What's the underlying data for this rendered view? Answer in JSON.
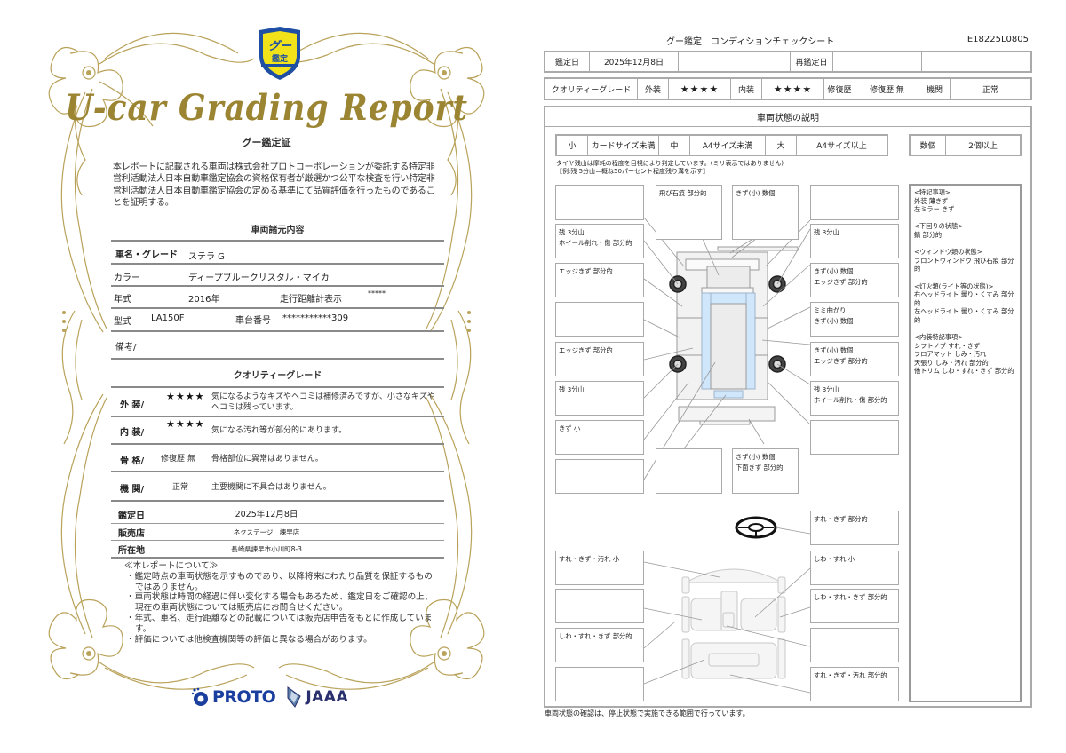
{
  "certificate": {
    "badge": {
      "line1": "グー",
      "line2": "鑑定"
    },
    "script_title": "U-car Grading Report",
    "cert_title": "グー鑑定証",
    "intro": "本レポートに記載される車両は株式会社プロトコーポレーションが委託する特定非営利活動法人日本自動車鑑定協会の資格保有者が厳選かつ公平な検査を行い特定非営利活動法人日本自動車鑑定協会の定める基準にて品質評価を行ったものであることを証明する。",
    "specs": {
      "title": "車両諸元内容",
      "name_label": "車名・グレード",
      "name_value": "ステラ G",
      "color_label": "カラー",
      "color_value": "ディープブルークリスタル・マイカ",
      "year_label": "年式",
      "year_value": "2016年",
      "odo_label": "走行距離計表示",
      "odo_value": "*****",
      "model_label": "型式",
      "model_value": "LA150F",
      "chassis_label": "車台番号",
      "chassis_value": "***********309",
      "remarks_label": "備考/"
    },
    "quality": {
      "title": "クオリティーグレード",
      "exterior_label": "外 装/",
      "exterior_stars": "★★★★",
      "exterior_desc_1": "気になるようなキズやヘコミは補修済みですが、小さなキズや",
      "exterior_desc_2": "ヘコミは残っています。",
      "interior_label": "内 装/",
      "interior_stars": "★★★★",
      "interior_desc": "気になる汚れ等が部分的にあります。",
      "frame_label": "骨 格/",
      "frame_value": "修復歴 無",
      "frame_desc": "骨格部位に異常はありません。",
      "engine_label": "機 関/",
      "engine_value": "正常",
      "engine_desc": "主要機関に不具合はありません。"
    },
    "info": {
      "date_label": "鑑定日",
      "date_value": "2025年12月8日",
      "dealer_label": "販売店",
      "dealer_value": "ネクステージ　諫早店",
      "address_label": "所在地",
      "address_value": "長崎県諫早市小川町8-3"
    },
    "notes": {
      "heading": "≪本レポートについて≫",
      "items": [
        "・鑑定時点の車両状態を示すものであり、以降将来にわたり品質を保証するものではありません。",
        "・車両状態は時間の経過に伴い変化する場合もあるため、鑑定日をご確認の上、現在の車両状態については販売店にお問合せください。",
        "・年式、車名、走行距離などの記載については販売店申告をもとに作成しています。",
        "・評価については他検査機関等の評価と異なる場合があります。"
      ]
    },
    "logos": {
      "proto": "PROTO",
      "jaaa": "JAAA"
    },
    "colors": {
      "gold": "#b09a4a",
      "badge_yellow": "#f2e21a",
      "badge_blue": "#1e4fa3",
      "proto_blue": "#1b3f9e",
      "jaaa_navy": "#2a2f6e"
    }
  },
  "check_sheet": {
    "title": "グー鑑定　コンディションチェックシート",
    "code": "E18225L0805",
    "date_row": {
      "date_label": "鑑定日",
      "date_value": "2025年12月8日",
      "blank1": "",
      "redate_label": "再鑑定日",
      "redate_value": "",
      "blank2": ""
    },
    "grade_row": {
      "grade_label": "クオリティーグレード",
      "exterior_label": "外装",
      "exterior_stars": "★★★★",
      "interior_label": "内装",
      "interior_stars": "★★★★",
      "repair_label": "修復歴",
      "repair_value": "修復歴 無",
      "engine_label": "機関",
      "engine_value": "正常"
    },
    "section_title": "車両状態の説明",
    "size_legend": [
      {
        "key": "小",
        "desc": "カードサイズ未満"
      },
      {
        "key": "中",
        "desc": "A4サイズ未満"
      },
      {
        "key": "大",
        "desc": "A4サイズ以上"
      }
    ],
    "count_legend": {
      "key": "数個",
      "desc": "2個以上"
    },
    "tire_note_1": "タイヤ残山は摩耗の程度を目視により判定しています。(ミリ表示ではありません)",
    "tire_note_2": "【例:残 5分山＝概ね50パーセント程度残り溝を示す】",
    "exterior_boxes": {
      "left": [
        "",
        "残 3分山\nホイール削れ・傷 部分的",
        "エッジきず 部分的",
        "",
        "エッジきず 部分的",
        "残 3分山",
        "きず 小",
        ""
      ],
      "top": [
        "飛び石痕 部分的",
        "きず(小) 数個"
      ],
      "right": [
        "",
        "残 3分山",
        "きず(小) 数個\nエッジきず 部分的",
        "ミミ曲がり\nきず(小) 数個",
        "きず(小) 数個\nエッジきず 部分的",
        "残 3分山\nホイール削れ・傷 部分的",
        ""
      ],
      "bottom": [
        "",
        "きず(小) 数個\n下面きず 部分的"
      ]
    },
    "interior_boxes": {
      "left": [
        "すれ・きず・汚れ 小",
        "",
        "しわ・すれ・きず 部分的",
        ""
      ],
      "right": [
        "すれ・きず 部分的",
        "しわ・すれ 小",
        "しわ・すれ・きず 部分的",
        "",
        "すれ・きず・汚れ 部分的"
      ]
    },
    "special_notes": [
      {
        "heading": "<特記事項>",
        "lines": [
          "外装 薄きず",
          "左ミラー きず"
        ]
      },
      {
        "heading": "<下回りの状態>",
        "lines": [
          "錆 部分的"
        ]
      },
      {
        "heading": "<ウィンドウ類の状態>",
        "lines": [
          "フロントウィンドウ 飛び石痕 部分的"
        ]
      },
      {
        "heading": "<灯火類(ライト等の状態)>",
        "lines": [
          "右ヘッドライト 曇り・くすみ 部分的",
          "左ヘッドライト 曇り・くすみ 部分的"
        ]
      },
      {
        "heading": "<内装特記事項>",
        "lines": [
          "シフトノブ すれ・きず",
          "フロアマット しみ・汚れ",
          "天張り しみ・汚れ 部分的",
          "他トリム しわ・すれ・きず 部分的"
        ]
      }
    ],
    "footer": "車両状態の確認は、停止状態で実施できる範囲で行っています。",
    "colors": {
      "border": "#aaaaaa",
      "glass": "#cfe6fb",
      "body": "#f2f2f2"
    }
  }
}
